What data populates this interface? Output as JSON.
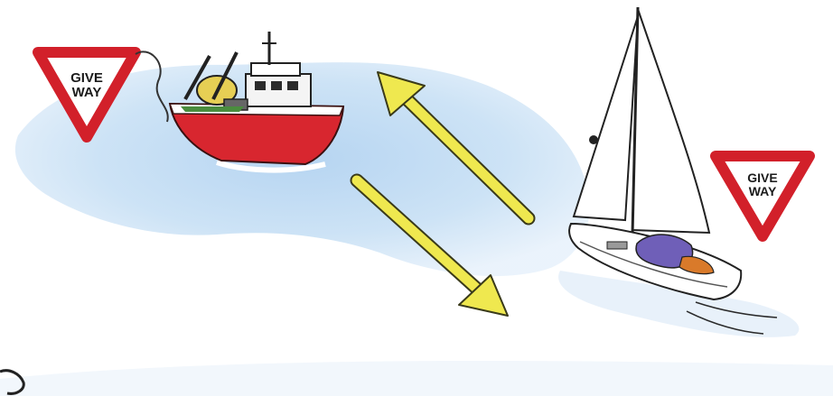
{
  "signs": [
    {
      "line1": "GIVE",
      "line2": "WAY"
    },
    {
      "line1": "GIVE",
      "line2": "WAY"
    }
  ],
  "colors": {
    "sign_border": "#d2202a",
    "water": "#bcd9f3",
    "arrow": "#efe84f",
    "fishing_boat_hull": "#d8262f",
    "sail": "#ffffff"
  }
}
